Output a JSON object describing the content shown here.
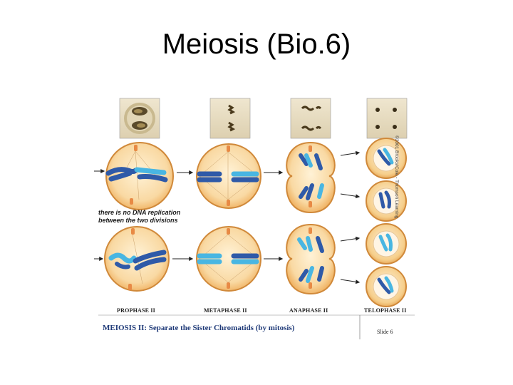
{
  "slide": {
    "title": "Meiosis (Bio.6)"
  },
  "figure": {
    "phases": [
      {
        "label": "PROPHASE II"
      },
      {
        "label": "METAPHASE II"
      },
      {
        "label": "ANAPHASE II"
      },
      {
        "label": "TELOPHASE II"
      }
    ],
    "note_line1": "there is no DNA replication",
    "note_line2": "between the two divisions",
    "caption": "MEIOSIS II:  Separate the Sister Chromatids (by mitosis)",
    "slide_number": "Slide 6",
    "copyright": "©2001 Brooks/Cole - Thomson Learning"
  },
  "colors": {
    "cell_fill": "#f2b860",
    "cell_edge": "#d0893a",
    "chromatid_dark": "#2f5aa8",
    "chromatid_light": "#49b6e2",
    "caption": "#1f3a78"
  }
}
